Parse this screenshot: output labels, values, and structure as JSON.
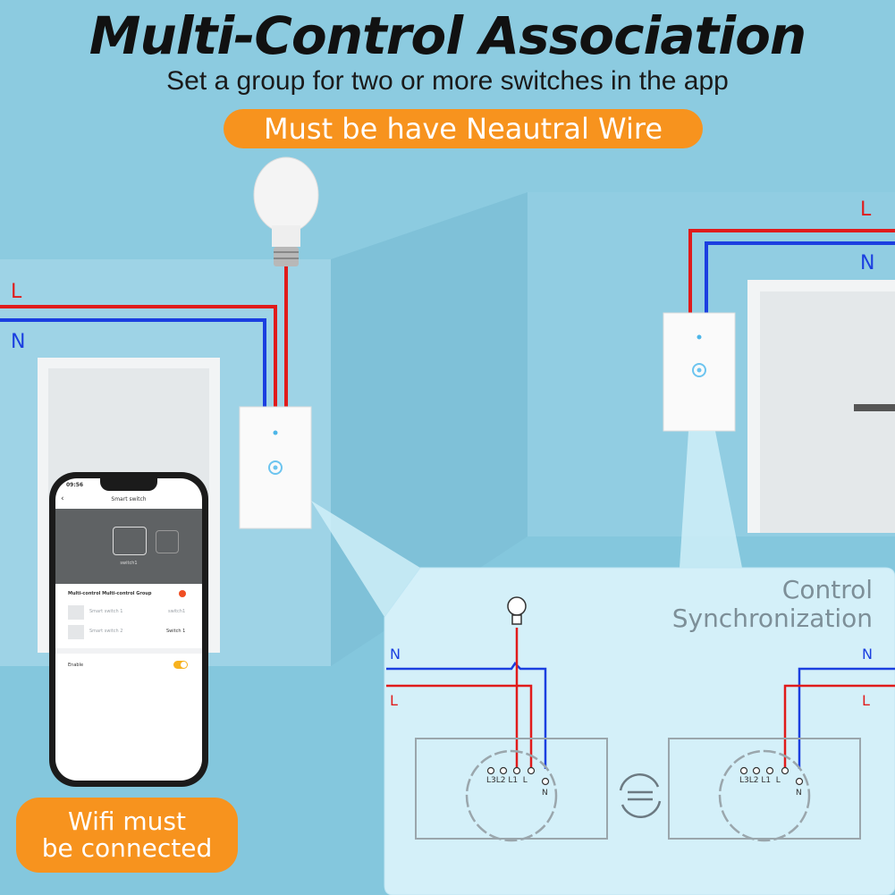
{
  "header": {
    "title": "Multi-Control Association",
    "subtitle": "Set a group for two or more switches in the app",
    "notice": "Must be have Neautral Wire"
  },
  "wires": {
    "left_L": "L",
    "left_N": "N",
    "right_L": "L",
    "right_N": "N"
  },
  "diagram": {
    "title_line1": "Control",
    "title_line2": "Synchronization",
    "left_N": "N",
    "left_L": "L",
    "right_N": "N",
    "right_L": "L",
    "switch_terminals": "L3L2 L1  L",
    "neutral_terminal": "N"
  },
  "phone": {
    "time": "09:56",
    "screen_title": "Smart switch",
    "device_label": "switch1",
    "group_title": "Multi-control Multi-control Group",
    "row1_name": "Smart switch 1",
    "row1_value": "switch1",
    "row2_name": "Smart switch 2",
    "row2_value": "Switch 1",
    "enable_label": "Enable"
  },
  "badge": {
    "line1": "Wifi must",
    "line2": "be connected"
  },
  "colors": {
    "background": "#8ccbe0",
    "accent": "#f7931e",
    "live_wire": "#e01b1b",
    "neutral_wire": "#1b3fe0"
  }
}
